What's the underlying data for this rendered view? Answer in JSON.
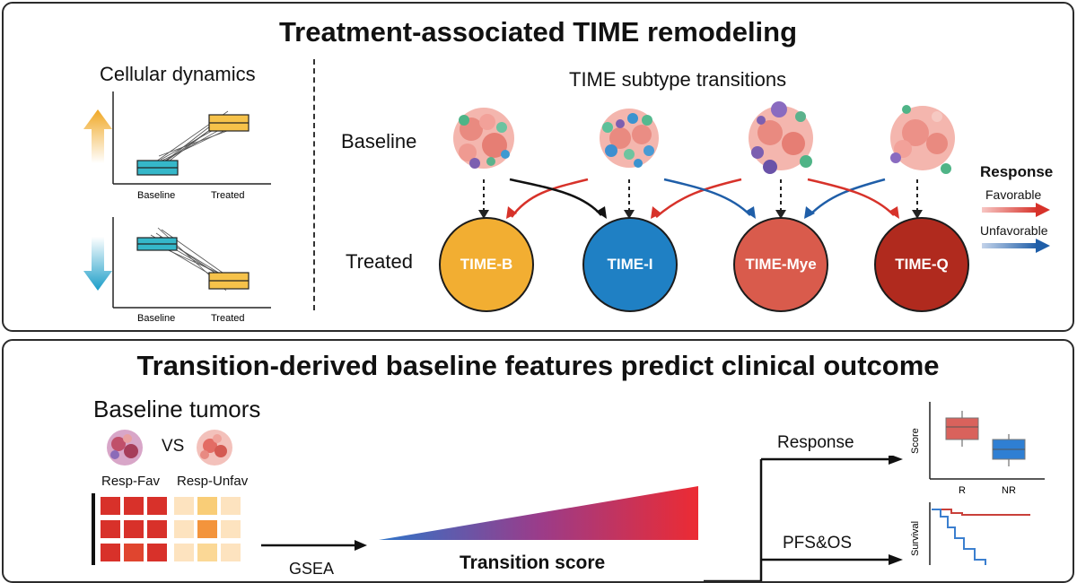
{
  "top": {
    "title": "Treatment-associated TIME remodeling",
    "cellular_dynamics": "Cellular dynamics",
    "plot_x_baseline": "Baseline",
    "plot_x_treated": "Treated",
    "transitions_title": "TIME subtype transitions",
    "row_baseline": "Baseline",
    "row_treated": "Treated",
    "subtypes": [
      {
        "label": "TIME-B",
        "color": "#f2ae32"
      },
      {
        "label": "TIME-I",
        "color": "#1f80c4"
      },
      {
        "label": "TIME-Mye",
        "color": "#d95b4c"
      },
      {
        "label": "TIME-Q",
        "color": "#b02a1e"
      }
    ],
    "legend": {
      "title": "Response",
      "favorable": "Favorable",
      "unfavorable": "Unfavorable",
      "favorable_color": "#d7322a",
      "unfavorable_color": "#1f5ea8"
    }
  },
  "bottom": {
    "title": "Transition-derived baseline features predict clinical outcome",
    "baseline_tumors": "Baseline tumors",
    "vs": "VS",
    "resp_fav": "Resp-Fav",
    "resp_unfav": "Resp-Unfav",
    "gsea_label": "GSEA",
    "score_label": "Transition score",
    "response_label": "Response",
    "pfs_label": "PFS&OS",
    "box_ylabel": "Score",
    "box_x_r": "R",
    "box_x_nr": "NR",
    "km_ylabel": "Survival"
  }
}
